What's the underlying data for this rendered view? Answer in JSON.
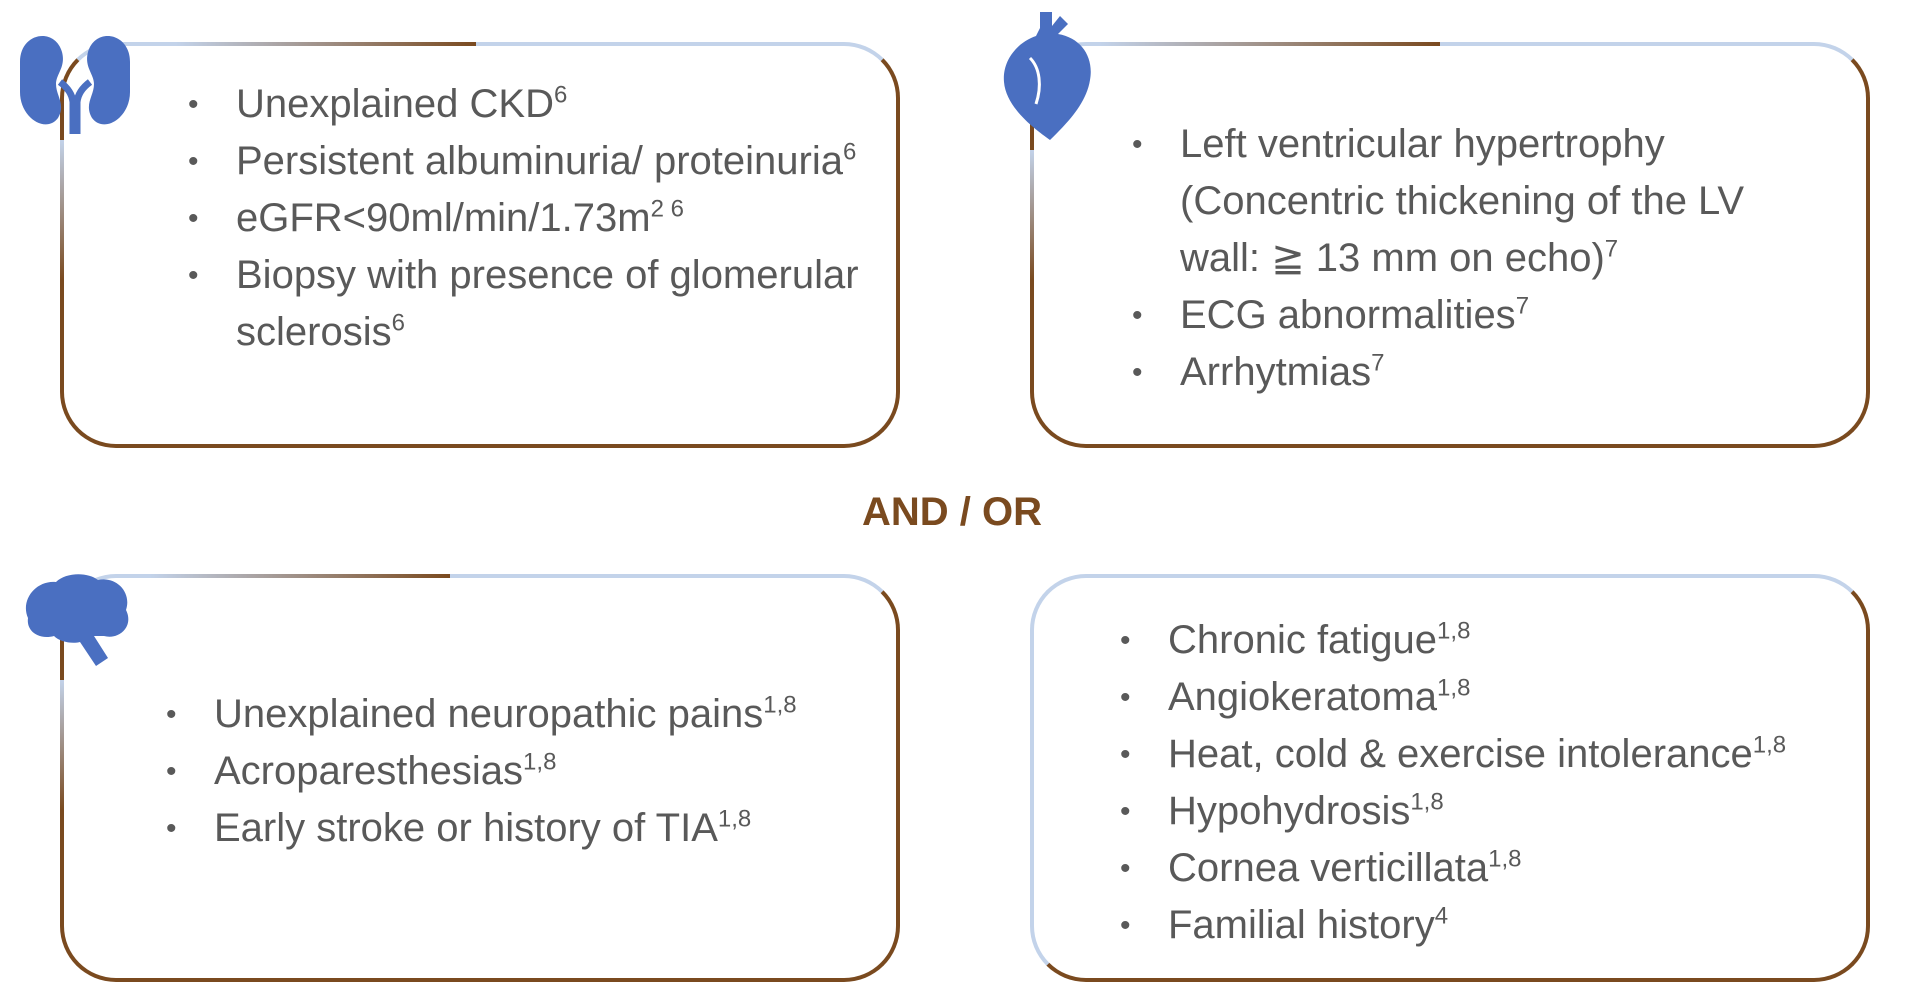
{
  "connector": "AND / OR",
  "colors": {
    "accent": "#7a4a1f",
    "icon": "#4a6fc1",
    "line_light": "#c3d3ea"
  },
  "boxes": [
    {
      "icon": "kidney-icon",
      "items": [
        {
          "text": "Unexplained CKD",
          "sup": "6"
        },
        {
          "text": "Persistent albuminuria/ proteinuria",
          "sup": "6"
        },
        {
          "text": "eGFR<90ml/min/1.73m",
          "sup": "2 6"
        },
        {
          "text": "Biopsy with presence of glomerular sclerosis",
          "sup": "6"
        }
      ]
    },
    {
      "icon": "heart-icon",
      "items": [
        {
          "text": "Left ventricular hypertrophy (Concentric thickening of the LV wall: ≧ 13 mm on echo)",
          "sup": "7"
        },
        {
          "text": "ECG abnormalities",
          "sup": "7"
        },
        {
          "text": "Arrhytmias",
          "sup": "7"
        }
      ]
    },
    {
      "icon": "brain-icon",
      "items": [
        {
          "text": "Unexplained neuropathic pains",
          "sup": "1,8"
        },
        {
          "text": "Acroparesthesias",
          "sup": "1,8"
        },
        {
          "text": "Early stroke or history of TIA",
          "sup": "1,8"
        }
      ]
    },
    {
      "icon": "",
      "items": [
        {
          "text": "Chronic fatigue",
          "sup": "1,8"
        },
        {
          "text": "Angiokeratoma",
          "sup": "1,8"
        },
        {
          "text": "Heat, cold & exercise intolerance",
          "sup": "1,8"
        },
        {
          "text": "Hypohydrosis",
          "sup": "1,8"
        },
        {
          "text": "Cornea verticillata",
          "sup": "1,8"
        },
        {
          "text": "Familial history",
          "sup": "4"
        }
      ]
    }
  ]
}
